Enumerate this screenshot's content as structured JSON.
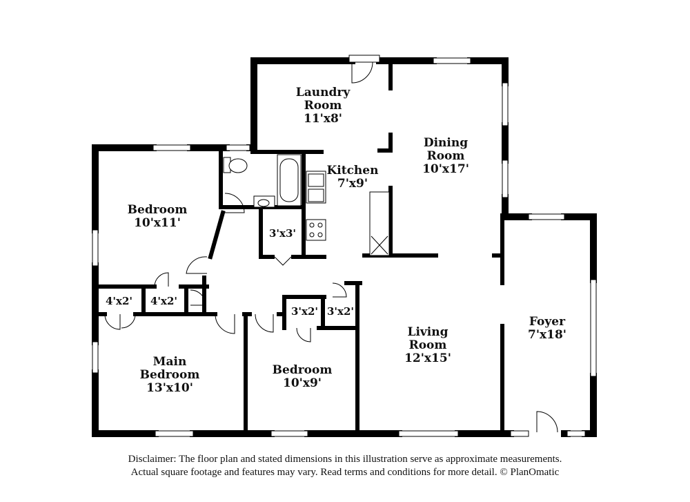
{
  "rooms": {
    "laundry": {
      "name_line1": "Laundry",
      "name_line2": "Room",
      "dims": "11'x8'"
    },
    "dining": {
      "name_line1": "Dining",
      "name_line2": "Room",
      "dims": "10'x17'"
    },
    "kitchen": {
      "name": "Kitchen",
      "dims": "7'x9'"
    },
    "bedroom_nw": {
      "name": "Bedroom",
      "dims": "10'x11'"
    },
    "main_bedroom": {
      "name_line1": "Main",
      "name_line2": "Bedroom",
      "dims": "13'x10'"
    },
    "bedroom_s": {
      "name": "Bedroom",
      "dims": "10'x9'"
    },
    "living": {
      "name_line1": "Living",
      "name_line2": "Room",
      "dims": "12'x15'"
    },
    "foyer": {
      "name": "Foyer",
      "dims": "7'x18'"
    }
  },
  "closets": {
    "c1": "3'x3'",
    "c2": "4'x2'",
    "c3": "4'x2'",
    "c4": "3'x2'",
    "c5": "3'x2'"
  },
  "disclaimer": {
    "line1": "Disclaimer: The floor plan and stated dimensions in this illustration serve as approximate measurements.",
    "line2": "Actual square footage and features may vary. Read terms and conditions for more detail. © PlanOmatic"
  }
}
